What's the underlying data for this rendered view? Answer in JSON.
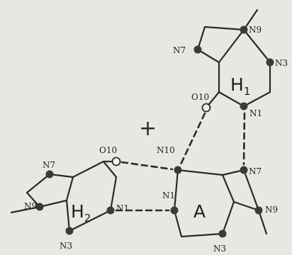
{
  "symbols": {
    "plus": "+"
  },
  "rings": {
    "h1": {
      "main": "H",
      "sub": "1"
    },
    "h2": {
      "main": "H",
      "sub": "2"
    },
    "a": {
      "main": "A"
    }
  },
  "labels": {
    "h1": {
      "n9": "N9",
      "n7": "N7",
      "n3": "N3",
      "n1": "N1",
      "o10": "O10"
    },
    "h2": {
      "n7": "N7",
      "o10": "O10",
      "n1": "N1",
      "n9": "N9",
      "n3": "N3"
    },
    "a": {
      "n10": "N10",
      "n1": "N1",
      "n7": "N7",
      "n9": "N9",
      "n3": "N3"
    }
  }
}
